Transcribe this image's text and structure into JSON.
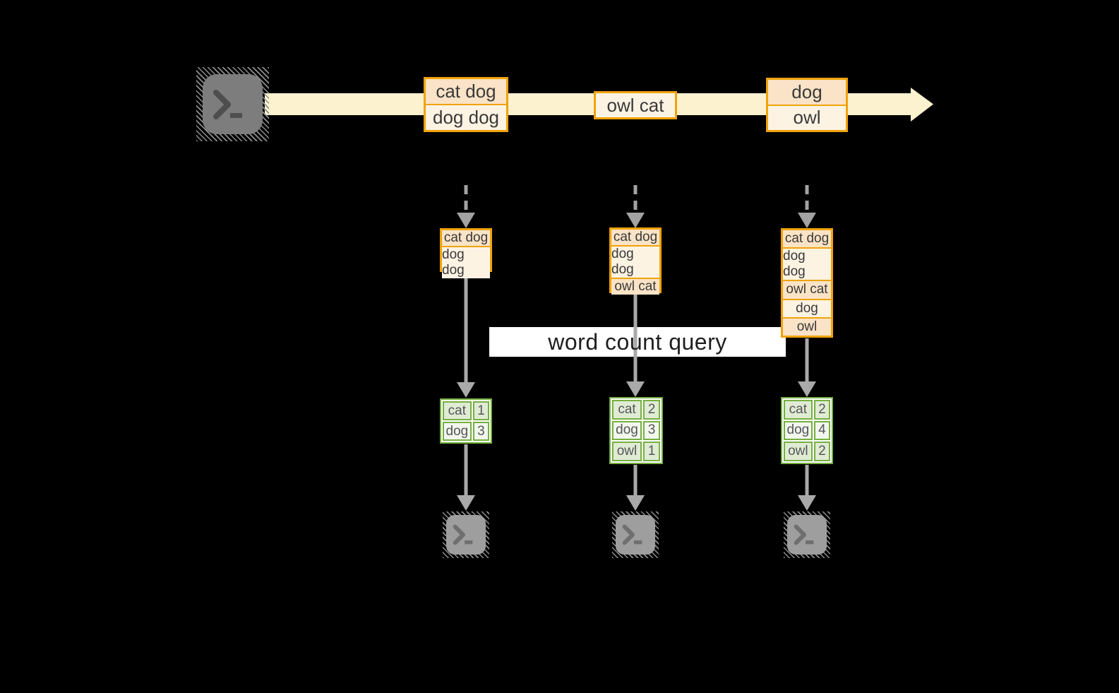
{
  "query_label": "word count query",
  "stream": {
    "batches": [
      {
        "rows": [
          "cat dog",
          "dog dog"
        ]
      },
      {
        "rows": [
          "owl cat"
        ]
      },
      {
        "rows": [
          "dog",
          "owl"
        ]
      }
    ]
  },
  "states": [
    {
      "rows": [
        "cat dog",
        "dog dog"
      ]
    },
    {
      "rows": [
        "cat dog",
        "dog dog",
        "owl cat"
      ]
    },
    {
      "rows": [
        "cat dog",
        "dog dog",
        "owl cat",
        "dog",
        "owl"
      ]
    }
  ],
  "counts": [
    {
      "rows": [
        [
          "cat",
          "1"
        ],
        [
          "dog",
          "3"
        ]
      ]
    },
    {
      "rows": [
        [
          "cat",
          "2"
        ],
        [
          "dog",
          "3"
        ],
        [
          "owl",
          "1"
        ]
      ]
    },
    {
      "rows": [
        [
          "cat",
          "2"
        ],
        [
          "dog",
          "4"
        ],
        [
          "owl",
          "2"
        ]
      ]
    }
  ],
  "colors": {
    "stream_band": "#fcf2d0",
    "box_border": "#f0a30a",
    "box_fill_dark": "#fae3c6",
    "box_fill_light": "#fdf3e3",
    "table_border": "#76b041",
    "table_fill_dark": "#e0ebd4",
    "table_fill_light": "#f2f6ed",
    "arrow_gray": "#a9a9a9",
    "query_band_bg": "#ffffff",
    "query_text": "#1f1f1f"
  }
}
